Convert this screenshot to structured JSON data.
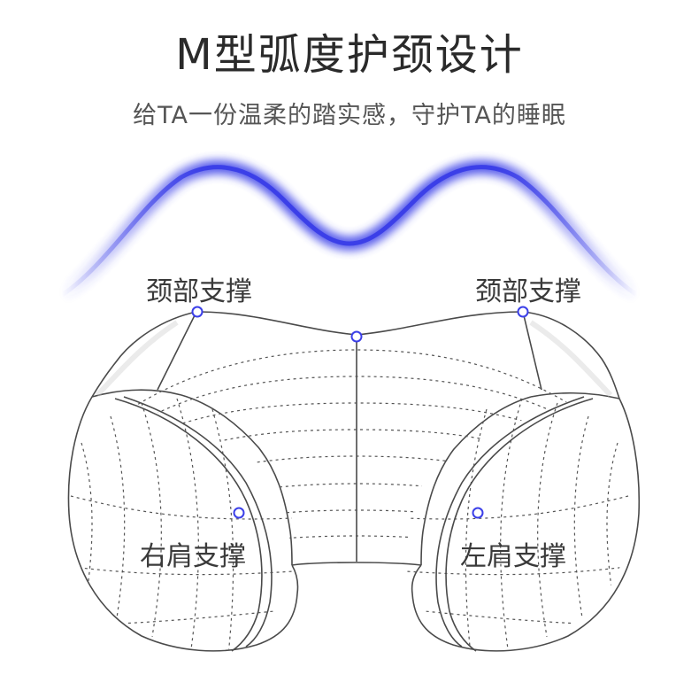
{
  "header": {
    "title": "M型弧度护颈设计",
    "subtitle": "给TA一份温柔的踏实感，守护TA的睡眠"
  },
  "labels": {
    "neck_support_left": "颈部支撑",
    "neck_support_right": "颈部支撑",
    "right_shoulder_support": "右肩支撑",
    "left_shoulder_support": "左肩支撑"
  },
  "colors": {
    "wave": "#3b3fe8",
    "marker": "#3b3fe8",
    "outline": "#4a4a4a",
    "text": "#3a3a3a"
  }
}
